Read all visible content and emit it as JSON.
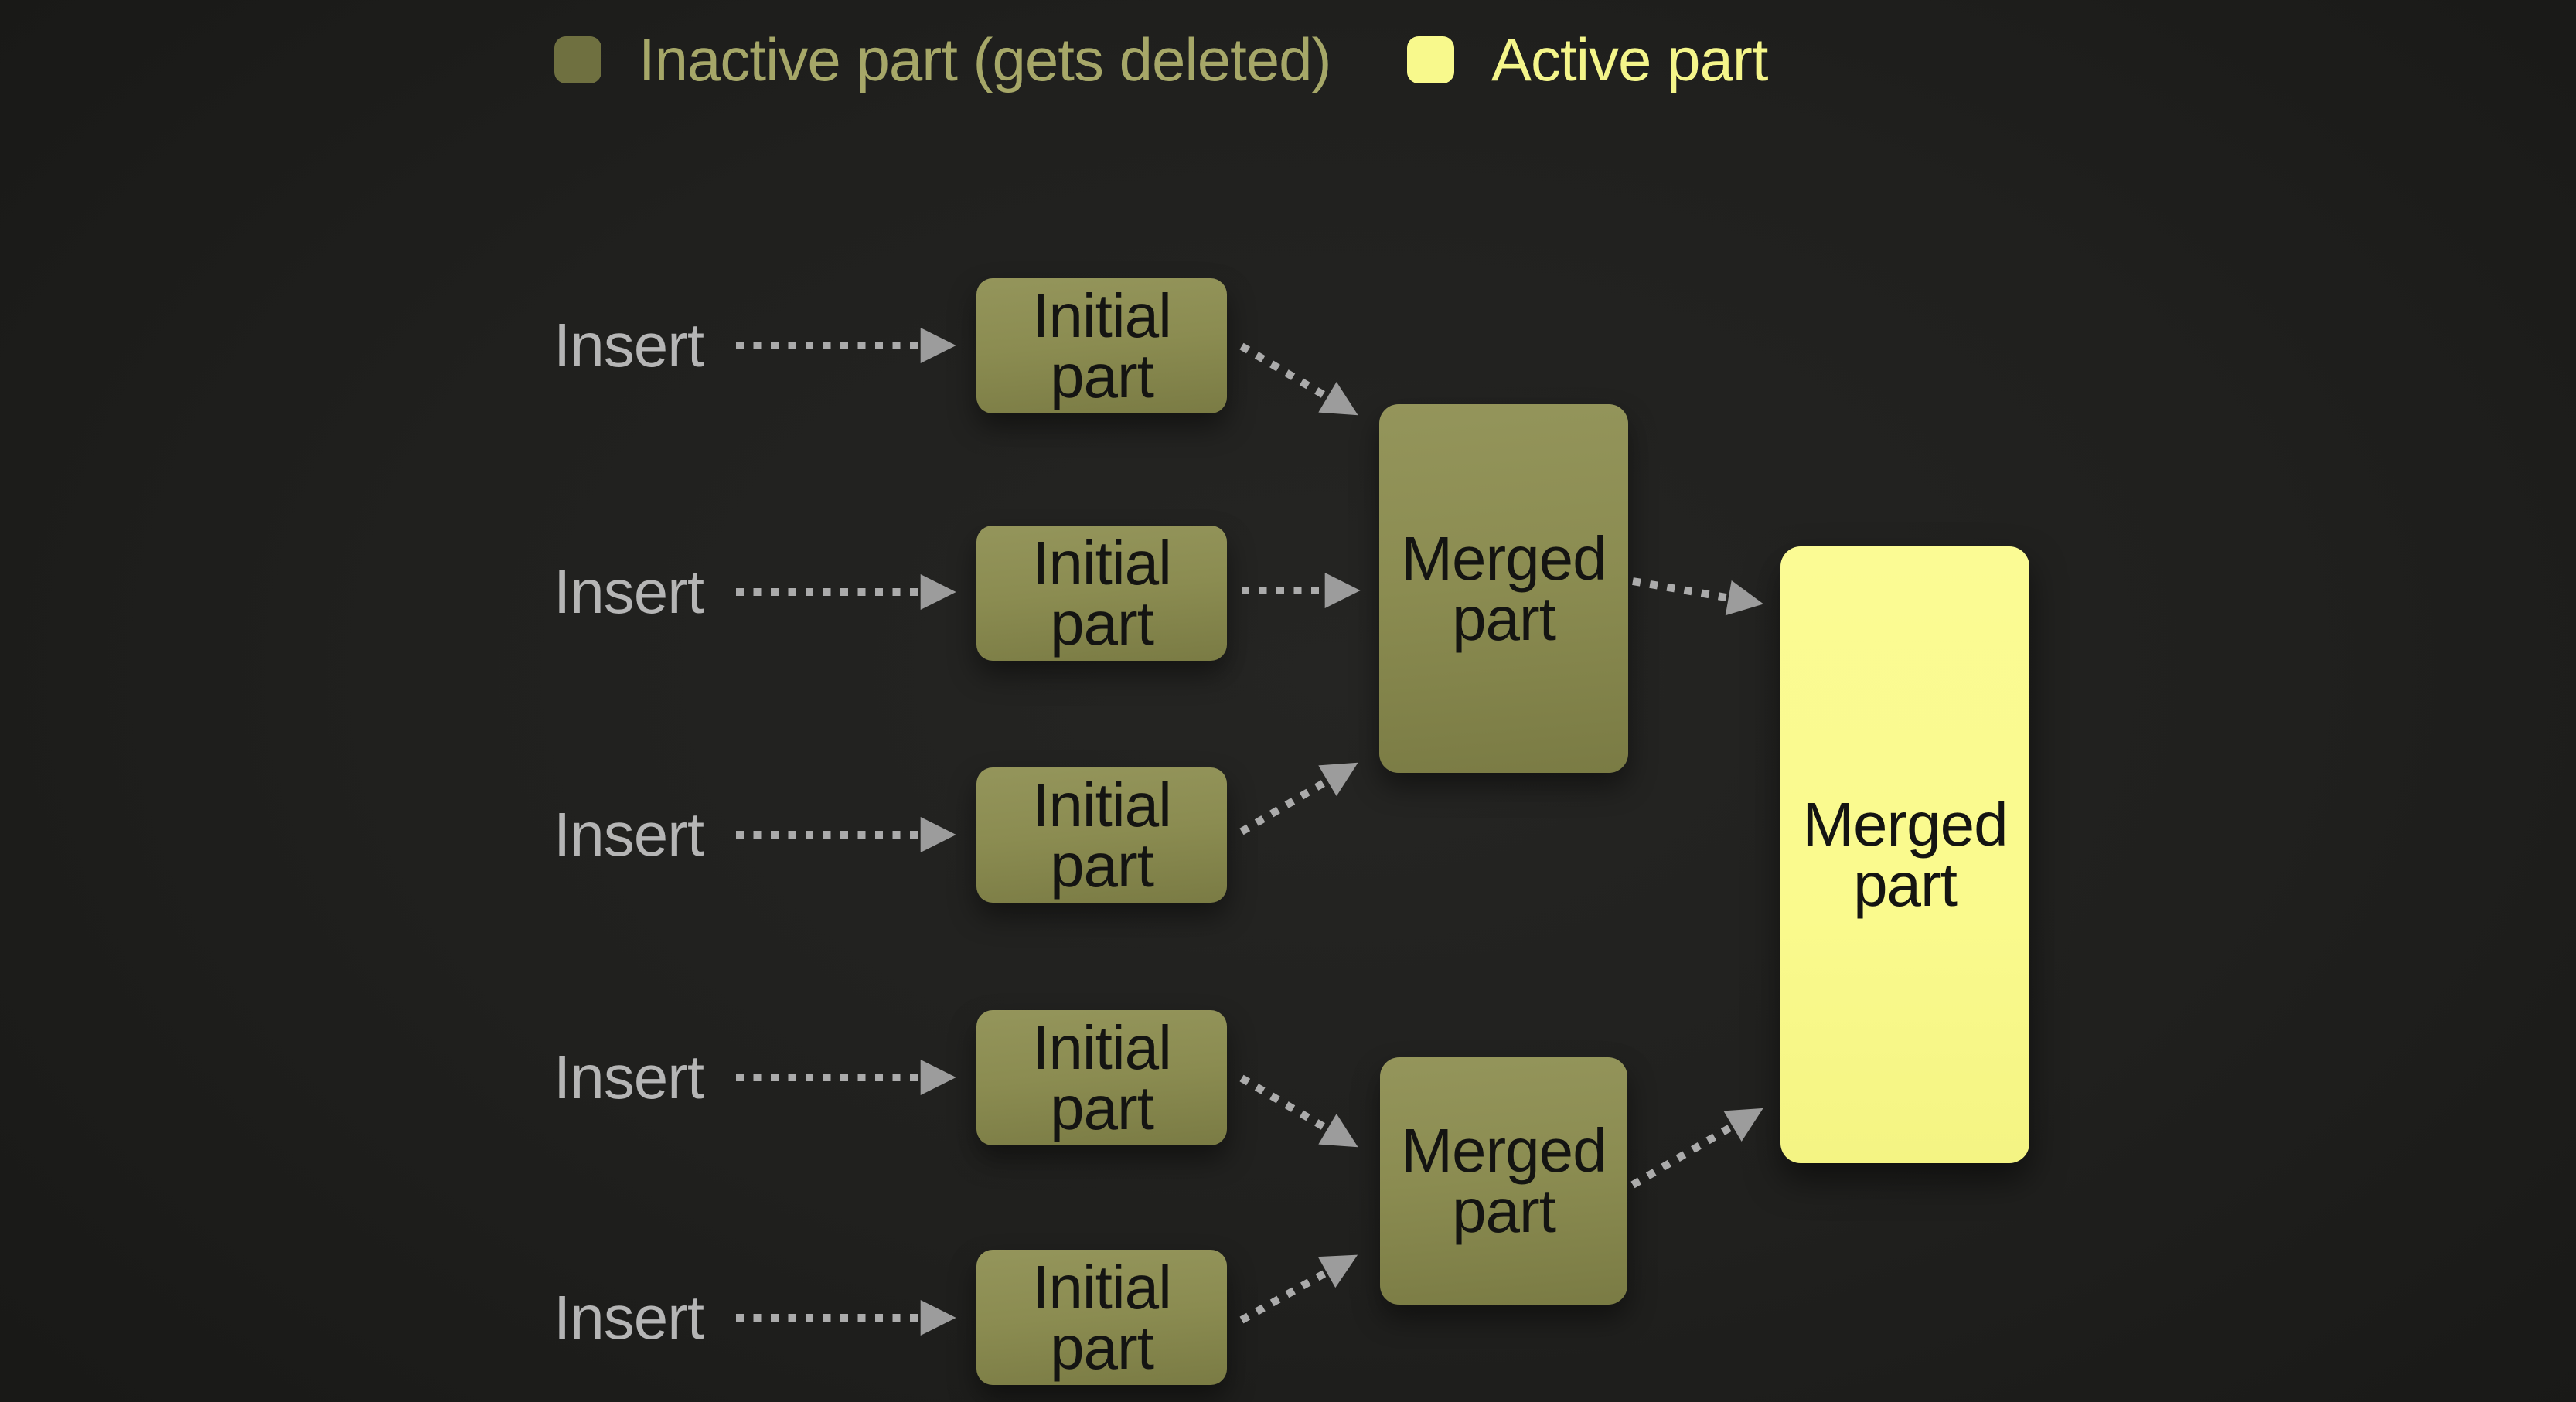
{
  "canvas": {
    "background_color": "#20201e"
  },
  "legend": {
    "items": [
      {
        "label": "Inactive part (gets deleted)",
        "swatch_color": "#6f7040",
        "label_color": "#a6a768"
      },
      {
        "label": "Active part",
        "swatch_color": "#f8f98c",
        "label_color": "#f4f58a"
      }
    ]
  },
  "colors": {
    "inactive_node": "#8b8c51",
    "active_node": "#fafa8d",
    "node_text": "#141412",
    "insert_text": "#b5b5b5",
    "arrow": "#ababab",
    "arrowhead": "#9c9c9c"
  },
  "rows": [
    {
      "insert_label": "Insert",
      "node_label": "Initial part"
    },
    {
      "insert_label": "Insert",
      "node_label": "Initial part"
    },
    {
      "insert_label": "Insert",
      "node_label": "Initial part"
    },
    {
      "insert_label": "Insert",
      "node_label": "Initial part"
    },
    {
      "insert_label": "Insert",
      "node_label": "Initial part"
    }
  ],
  "merged_nodes": [
    {
      "label": "Merged part",
      "state": "inactive"
    },
    {
      "label": "Merged part",
      "state": "inactive"
    },
    {
      "label": "Merged part",
      "state": "active"
    }
  ]
}
